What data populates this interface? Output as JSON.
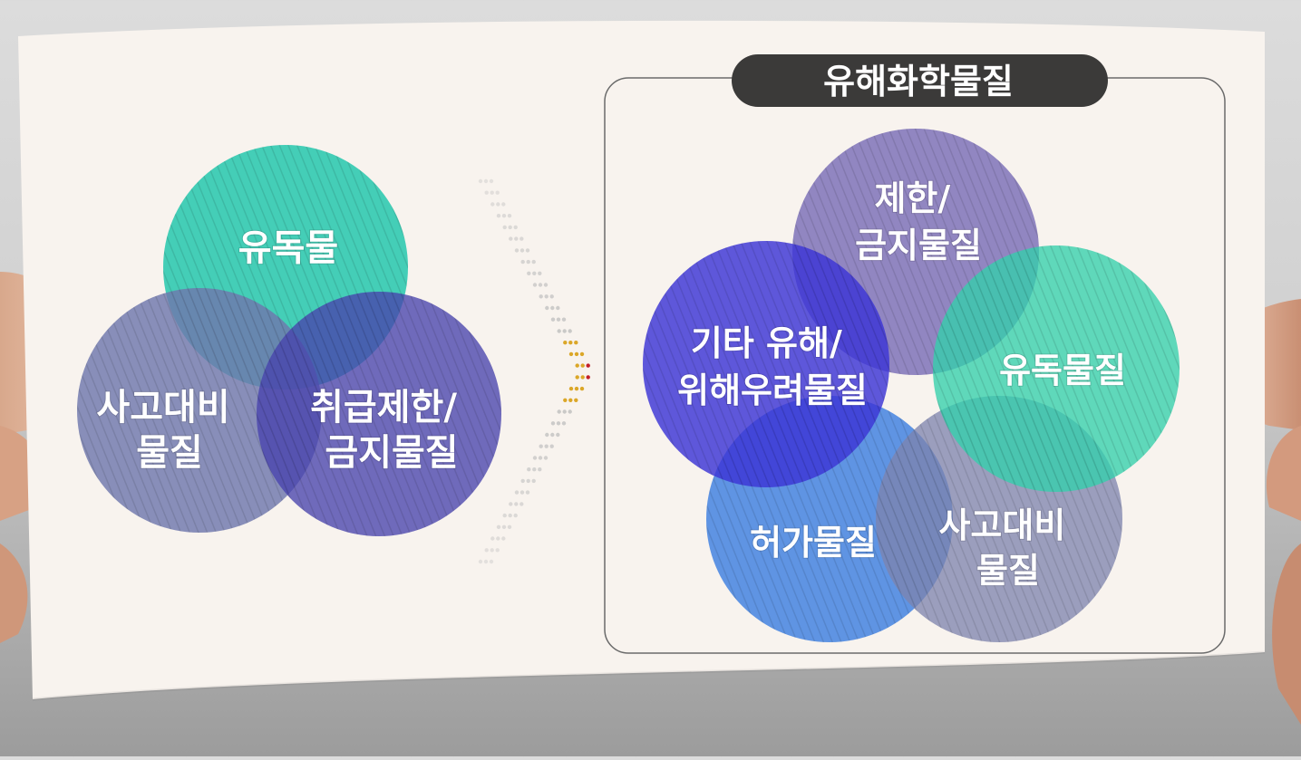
{
  "left_diagram": {
    "circles": [
      {
        "label_lines": [
          "유독물"
        ],
        "color": "#25c7ad"
      },
      {
        "label_lines": [
          "사고대비",
          "물질"
        ],
        "color": "#6f77ad"
      },
      {
        "label_lines": [
          "취급제한/",
          "금지물질"
        ],
        "color": "#4842ad"
      }
    ]
  },
  "right_diagram": {
    "title": "유해화학물질",
    "circles": [
      {
        "label_lines": [
          "제한/",
          "금지물질"
        ],
        "color": "#6a5cb0"
      },
      {
        "label_lines": [
          "기타 유해/",
          "위해우려물질"
        ],
        "color": "#3c34d6"
      },
      {
        "label_lines": [
          "유독물질"
        ],
        "color": "#33cfac"
      },
      {
        "label_lines": [
          "허가물질"
        ],
        "color": "#3d7fe0"
      },
      {
        "label_lines": [
          "사고대비",
          "물질"
        ],
        "color": "#7d84ae"
      }
    ]
  },
  "colors": {
    "paper": "#f8f3ee",
    "title_pill": "#3b3a39",
    "dot_gray": "#bdbdbd",
    "dot_gold": "#d9a21c",
    "dot_red": "#c0141c"
  }
}
